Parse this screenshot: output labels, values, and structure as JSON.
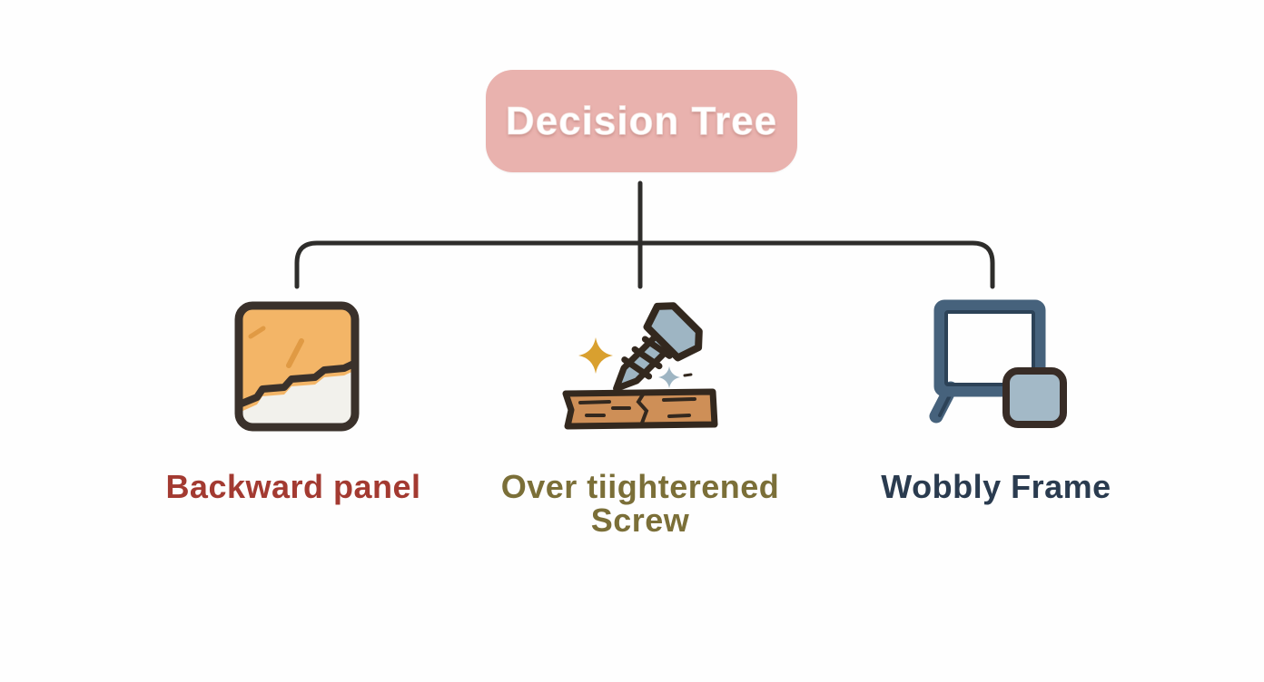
{
  "diagram": {
    "type": "decision-tree",
    "root": {
      "label": "Decision Tree",
      "bg_color": "#e9b2ae",
      "text_color": "#ffffff"
    },
    "connector_color": "#2e2d2b",
    "branches": [
      {
        "label": "Backward panel",
        "color": "#a33a31",
        "icon": "torn-panel-icon"
      },
      {
        "label": "Over tiighterened\nScrew",
        "color": "#7b6f38",
        "icon": "screw-in-cracked-wood-icon"
      },
      {
        "label": "Wobbly Frame",
        "color": "#2a3b4f",
        "icon": "wobbly-frame-icon"
      }
    ],
    "icon_colors": {
      "panel_orange": "#f3b567",
      "panel_highlight": "#efae57",
      "panel_paper_white": "#f2f1ec",
      "outline_dark": "#3a312b",
      "screw_blue_gray": "#9eb5c3",
      "wood_brown": "#ce8f57",
      "sparkle_gold": "#d9a02f",
      "frame_slate": "#46627c",
      "frame_shadow": "#2c4257",
      "square_fill": "#a3b9c7",
      "square_border": "#382c26"
    }
  }
}
